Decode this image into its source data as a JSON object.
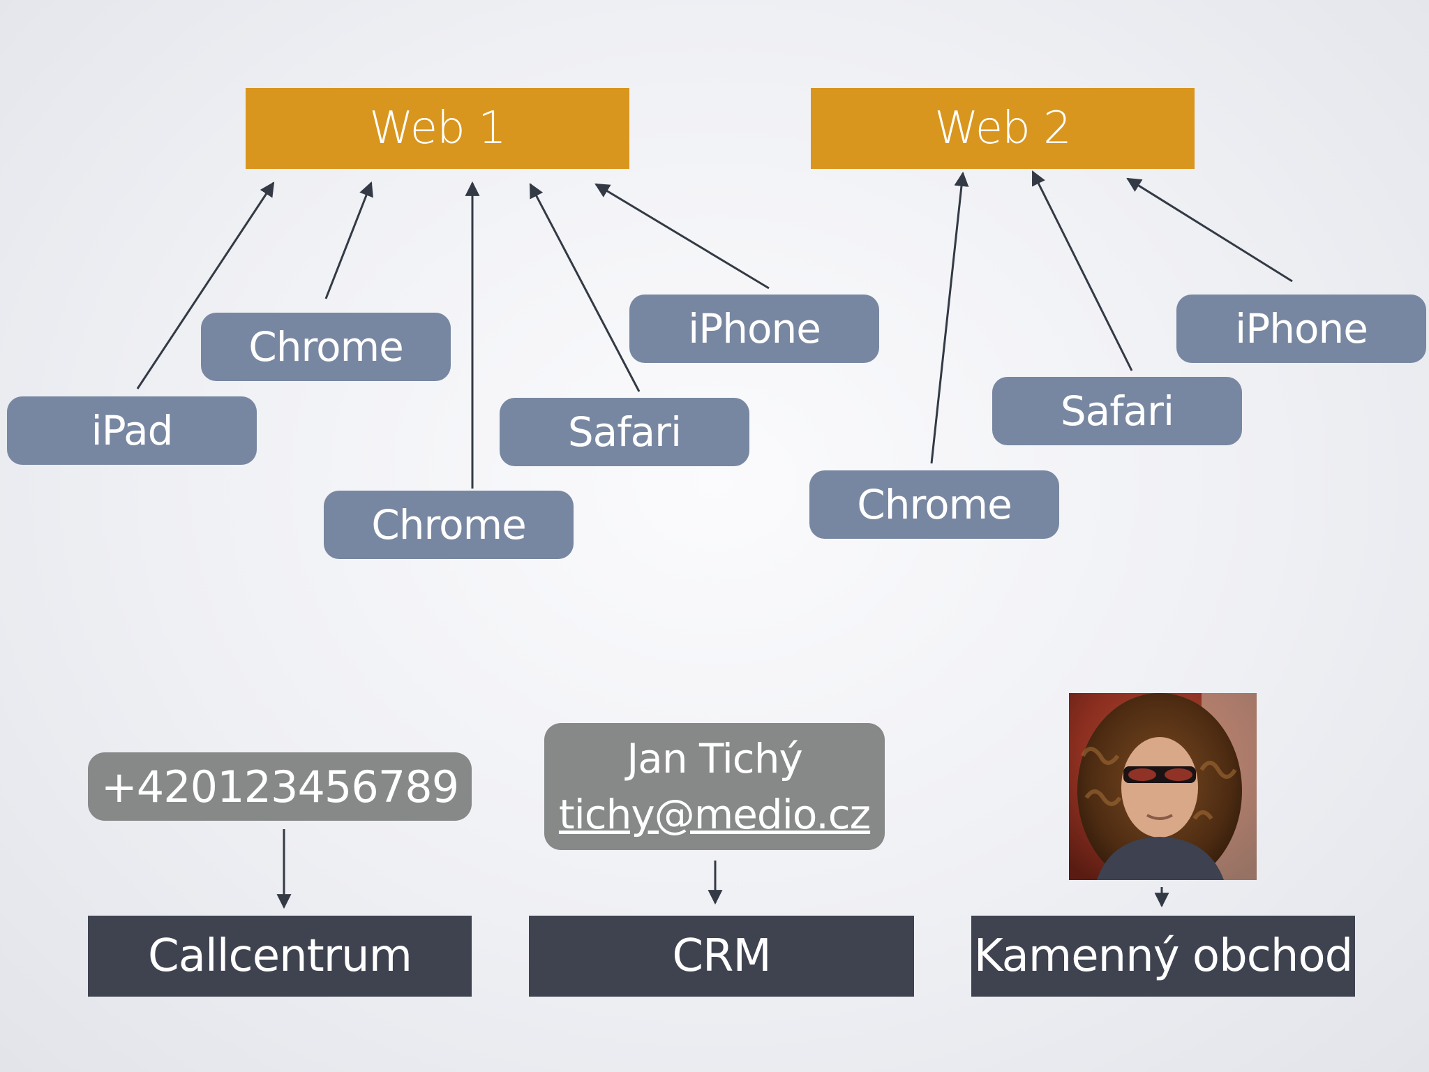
{
  "webs": {
    "web1": "Web 1",
    "web2": "Web 2"
  },
  "devices_web1": [
    "iPad",
    "Chrome",
    "Chrome",
    "Safari",
    "iPhone"
  ],
  "devices_web2": [
    "Chrome",
    "Safari",
    "iPhone"
  ],
  "contacts": {
    "phone": "+420123456789",
    "name": "Jan Tichý",
    "email": "tichy@medio.cz"
  },
  "channels": {
    "callcentrum": "Callcentrum",
    "crm": "CRM",
    "store": "Kamenný obchod"
  },
  "colors": {
    "web_box": "#d9961e",
    "device_box": "#7887a1",
    "contact_box": "#868988",
    "channel_box": "#3f4350",
    "arrow": "#333a45"
  }
}
